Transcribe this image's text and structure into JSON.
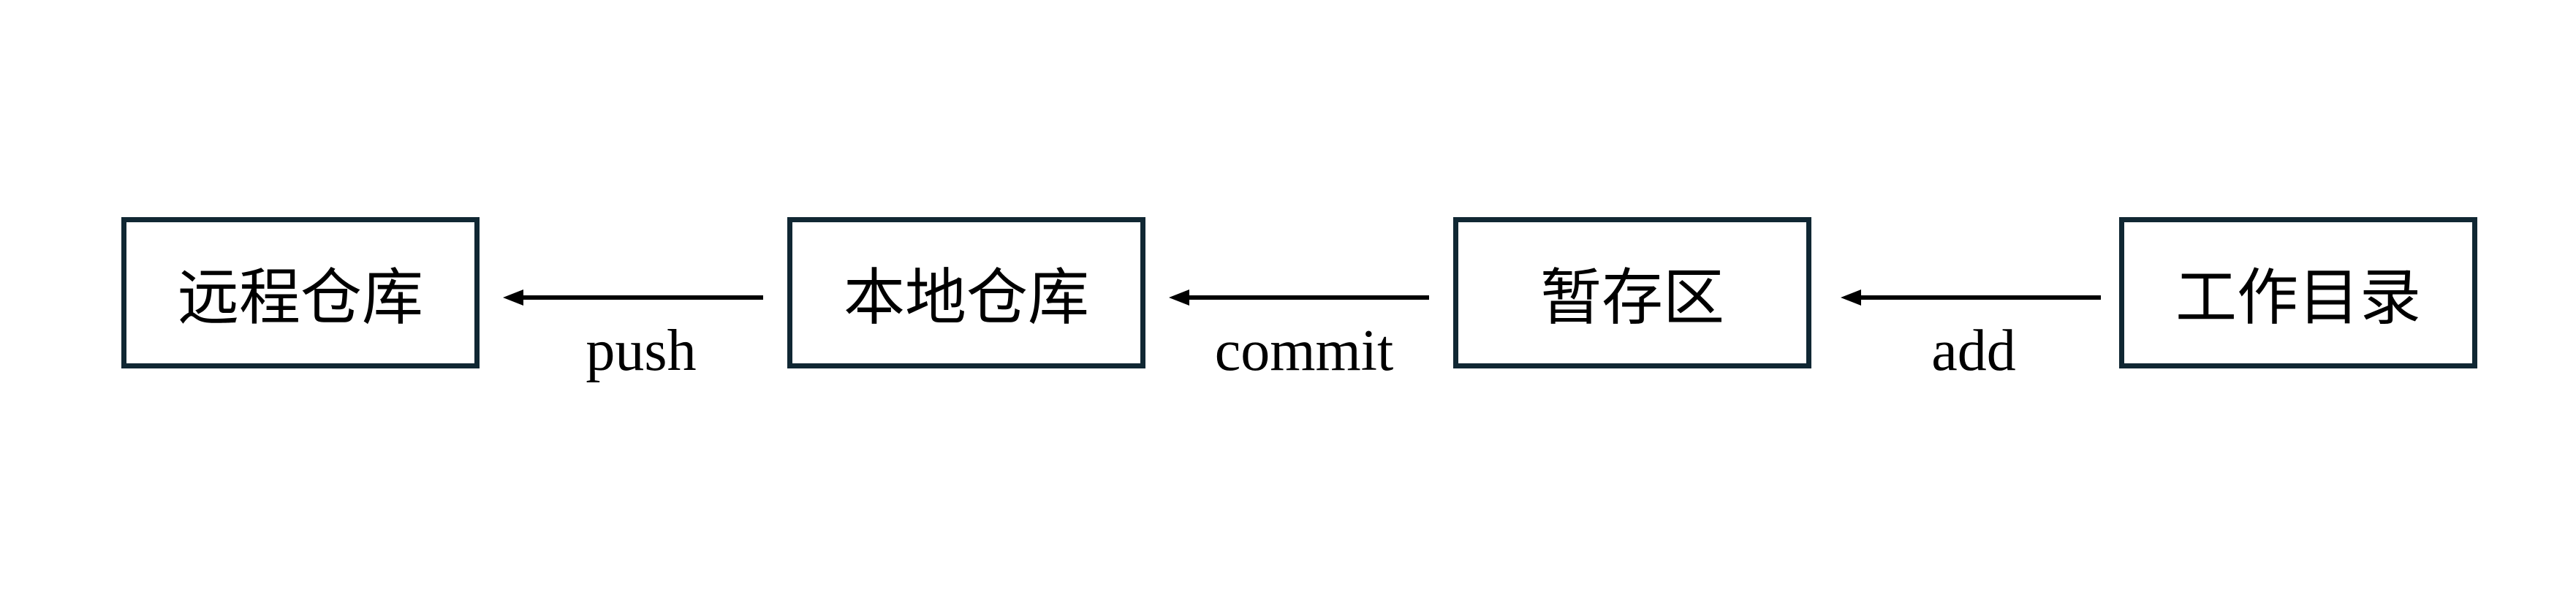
{
  "nodes": {
    "remote_repo": "远程仓库",
    "local_repo": "本地仓库",
    "staging_area": "暂存区",
    "working_dir": "工作目录"
  },
  "edges": {
    "push": "push",
    "commit": "commit",
    "add": "add"
  },
  "colors": {
    "box_border": "#102733",
    "arrow": "#000000"
  }
}
